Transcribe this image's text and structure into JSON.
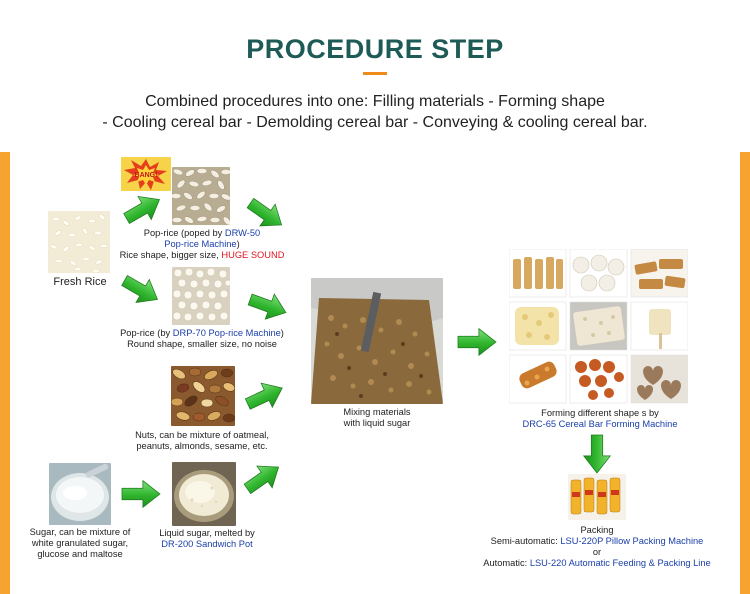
{
  "header": {
    "title": "PROCEDURE STEP",
    "subtitle_line1": "Combined procedures into one: Filling materials - Forming shape",
    "subtitle_line2": "- Cooling cereal bar - Demolding cereal bar - Conveying & cooling cereal bar."
  },
  "fresh_rice": {
    "label": "Fresh Rice"
  },
  "bang": {
    "text": "BANG!"
  },
  "poprice1": {
    "line1_prefix": "Pop-rice (poped by ",
    "line1_machine": "DRW-50",
    "line2_machine": "Pop-rice Machine",
    "line2_suffix": ")",
    "line3_prefix": "Rice shape, bigger size, ",
    "line3_highlight": "HUGE SOUND"
  },
  "poprice2": {
    "line1_prefix": "Pop-rice (by ",
    "line1_machine": "DRP-70 Pop-rice Machine",
    "line1_suffix": ")",
    "line2": "Round shape, smaller size, no noise"
  },
  "nuts": {
    "line1": "Nuts, can be mixture of  oatmeal,",
    "line2": "peanuts, almonds, sesame, etc."
  },
  "sugar": {
    "line1": "Sugar, can be mixture of",
    "line2": "white granulated sugar,",
    "line3": "glucose and maltose"
  },
  "liquid_sugar": {
    "line1": "Liquid sugar, melted by",
    "line2_machine": "DR-200 Sandwich Pot"
  },
  "mixing": {
    "line1": "Mixing materials",
    "line2": "with liquid sugar"
  },
  "forming": {
    "line1": "Forming different shape s by",
    "line2_machine": "DRC-65 Cereal Bar Forming Machine"
  },
  "packing": {
    "line1": "Packing",
    "semi_prefix": "Semi-automatic: ",
    "semi_machine": "LSU-220P Pillow Packing Machine",
    "or": "or",
    "auto_prefix": "Automatic: ",
    "auto_machine": "LSU-220  Automatic Feeding & Packing Line"
  },
  "colors": {
    "title": "#1e5b56",
    "accent_orange": "#f7a330",
    "machine_blue": "#1a3fa8",
    "highlight_red": "#e0161f",
    "arrow_green": "#3cc23a"
  }
}
